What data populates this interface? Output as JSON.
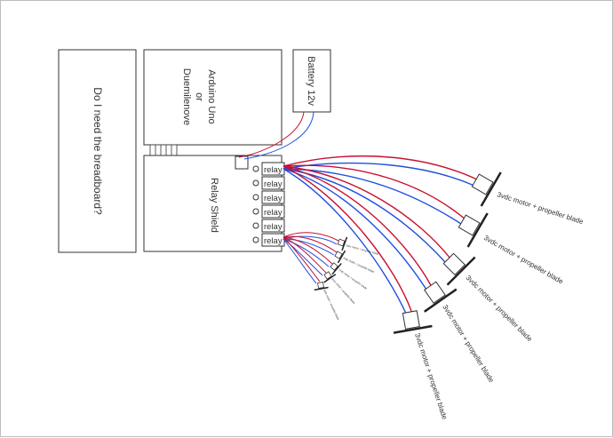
{
  "breadboard_label": "Do I need the breadboard?",
  "arduino": {
    "line1": "Arduino Uno",
    "line2": "or",
    "line3": "Duemilenove"
  },
  "battery_label": "Battery 12v",
  "shield_label": "Relay Shield",
  "relays": [
    "relay",
    "relay",
    "relay",
    "relay",
    "relay",
    "relay"
  ],
  "motor_label": "3vdc motor + propeller blade",
  "colors": {
    "positive_wire": "#c8102e",
    "negative_wire": "#1f4fe0",
    "outline": "#333333"
  }
}
